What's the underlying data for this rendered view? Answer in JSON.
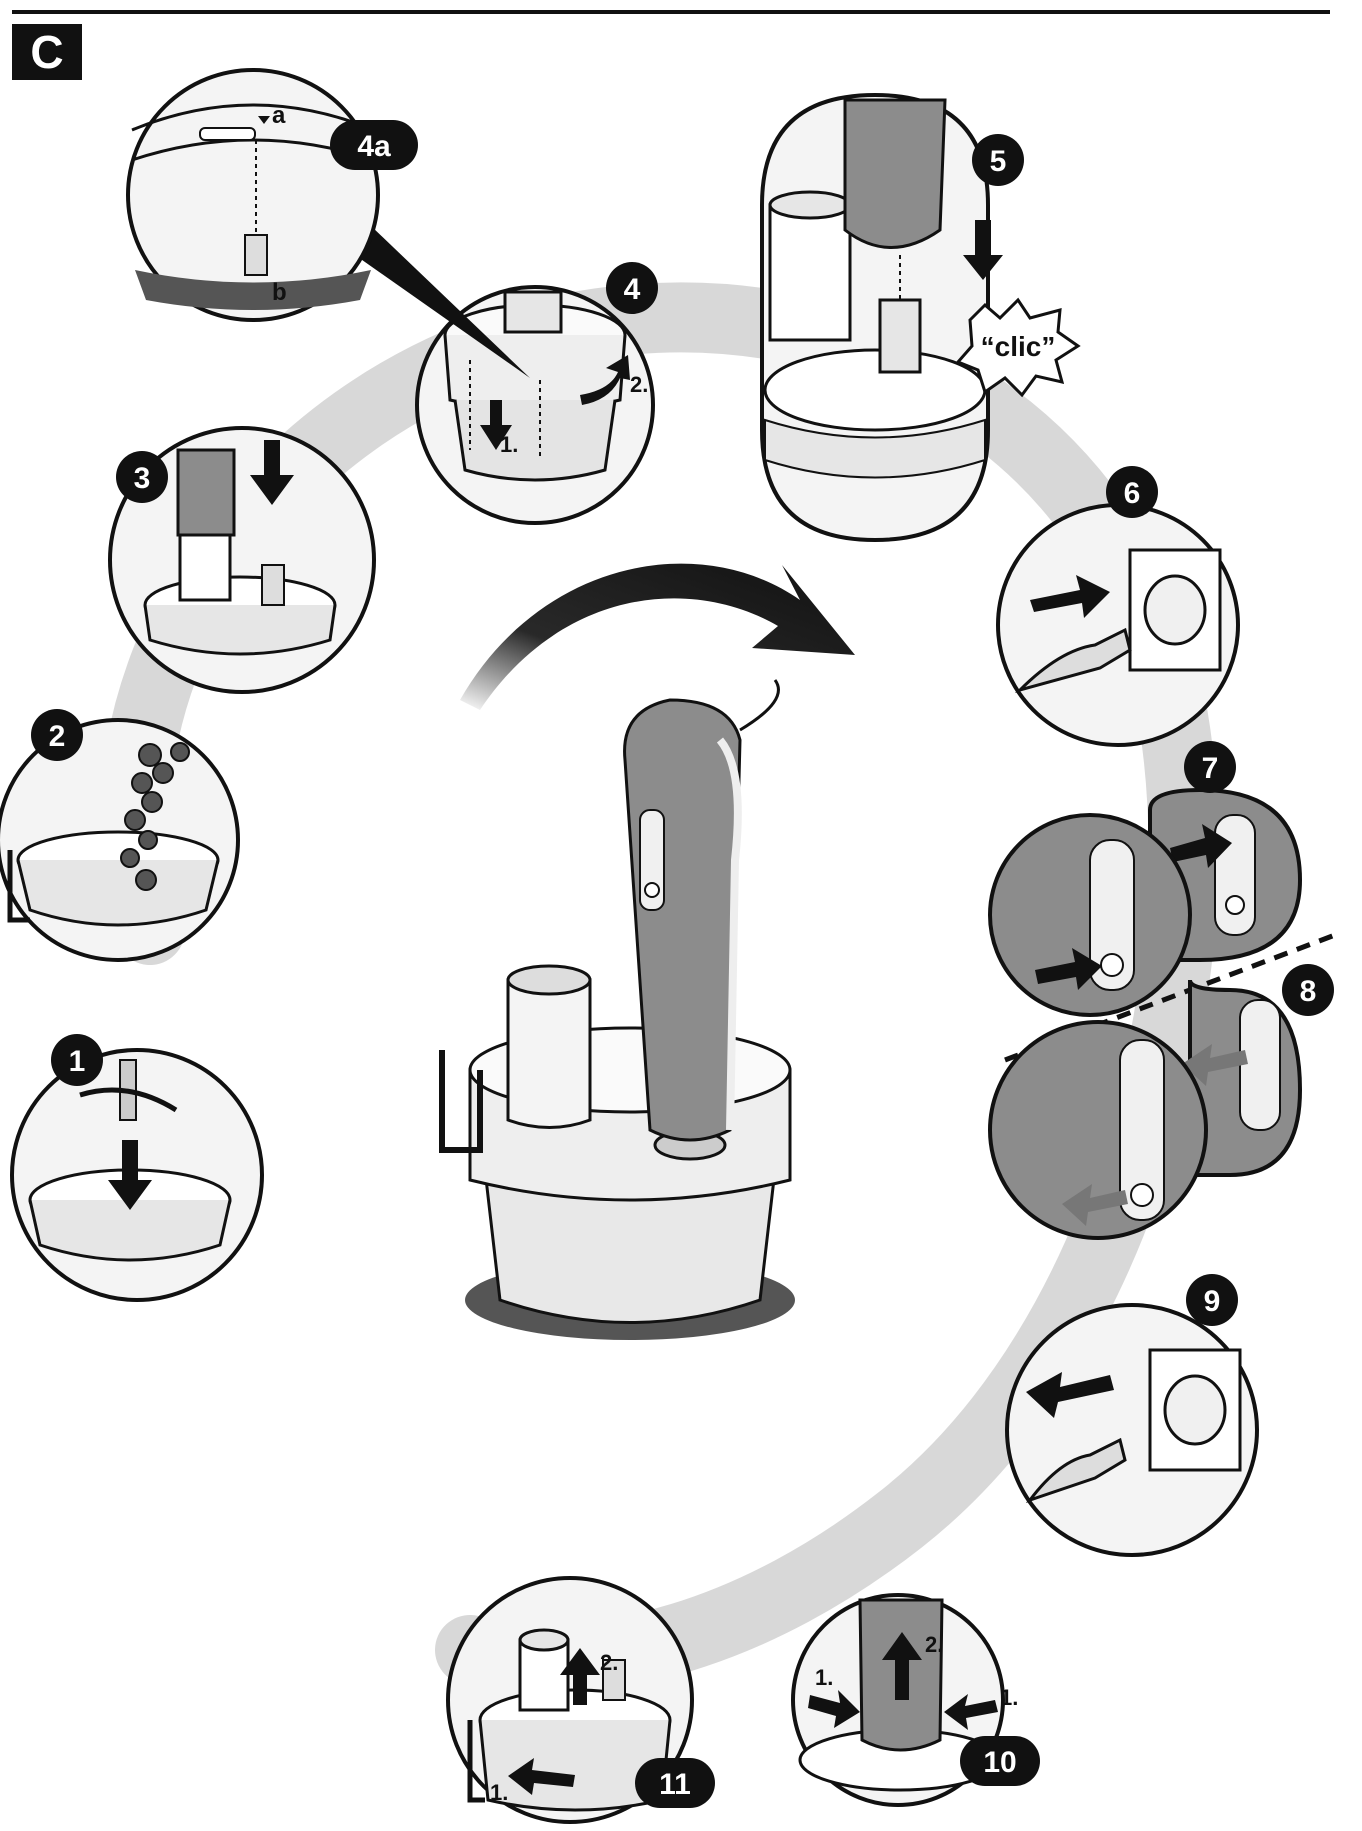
{
  "section": {
    "letter": "C"
  },
  "steps": [
    {
      "number": "1",
      "icon": "blade-into-bowl-icon"
    },
    {
      "number": "2",
      "icon": "food-into-bowl-icon"
    },
    {
      "number": "3",
      "icon": "motor-onto-lid-icon"
    },
    {
      "number": "4",
      "icon": "attach-lid-icon",
      "labels": [
        "1.",
        "2."
      ]
    },
    {
      "number": "4a",
      "icon": "alignment-marks-icon",
      "labels": [
        "a",
        "b"
      ]
    },
    {
      "number": "5",
      "icon": "motor-click-icon",
      "labels": [
        "“clic”"
      ]
    },
    {
      "number": "6",
      "icon": "plug-in-icon"
    },
    {
      "number": "7",
      "icon": "press-on-button-icon"
    },
    {
      "number": "8",
      "icon": "release-button-icon"
    },
    {
      "number": "9",
      "icon": "unplug-icon"
    },
    {
      "number": "10",
      "icon": "remove-motor-icon",
      "labels": [
        "1.",
        "2.",
        "1."
      ]
    },
    {
      "number": "11",
      "icon": "remove-lid-icon",
      "labels": [
        "2.",
        "1."
      ]
    }
  ],
  "center": {
    "icon": "assembled-chopper-icon"
  },
  "colors": {
    "ink": "#111111",
    "ring": "#d2d2d2",
    "panel": "#f4f4f4",
    "body": "#8c8c8c"
  }
}
